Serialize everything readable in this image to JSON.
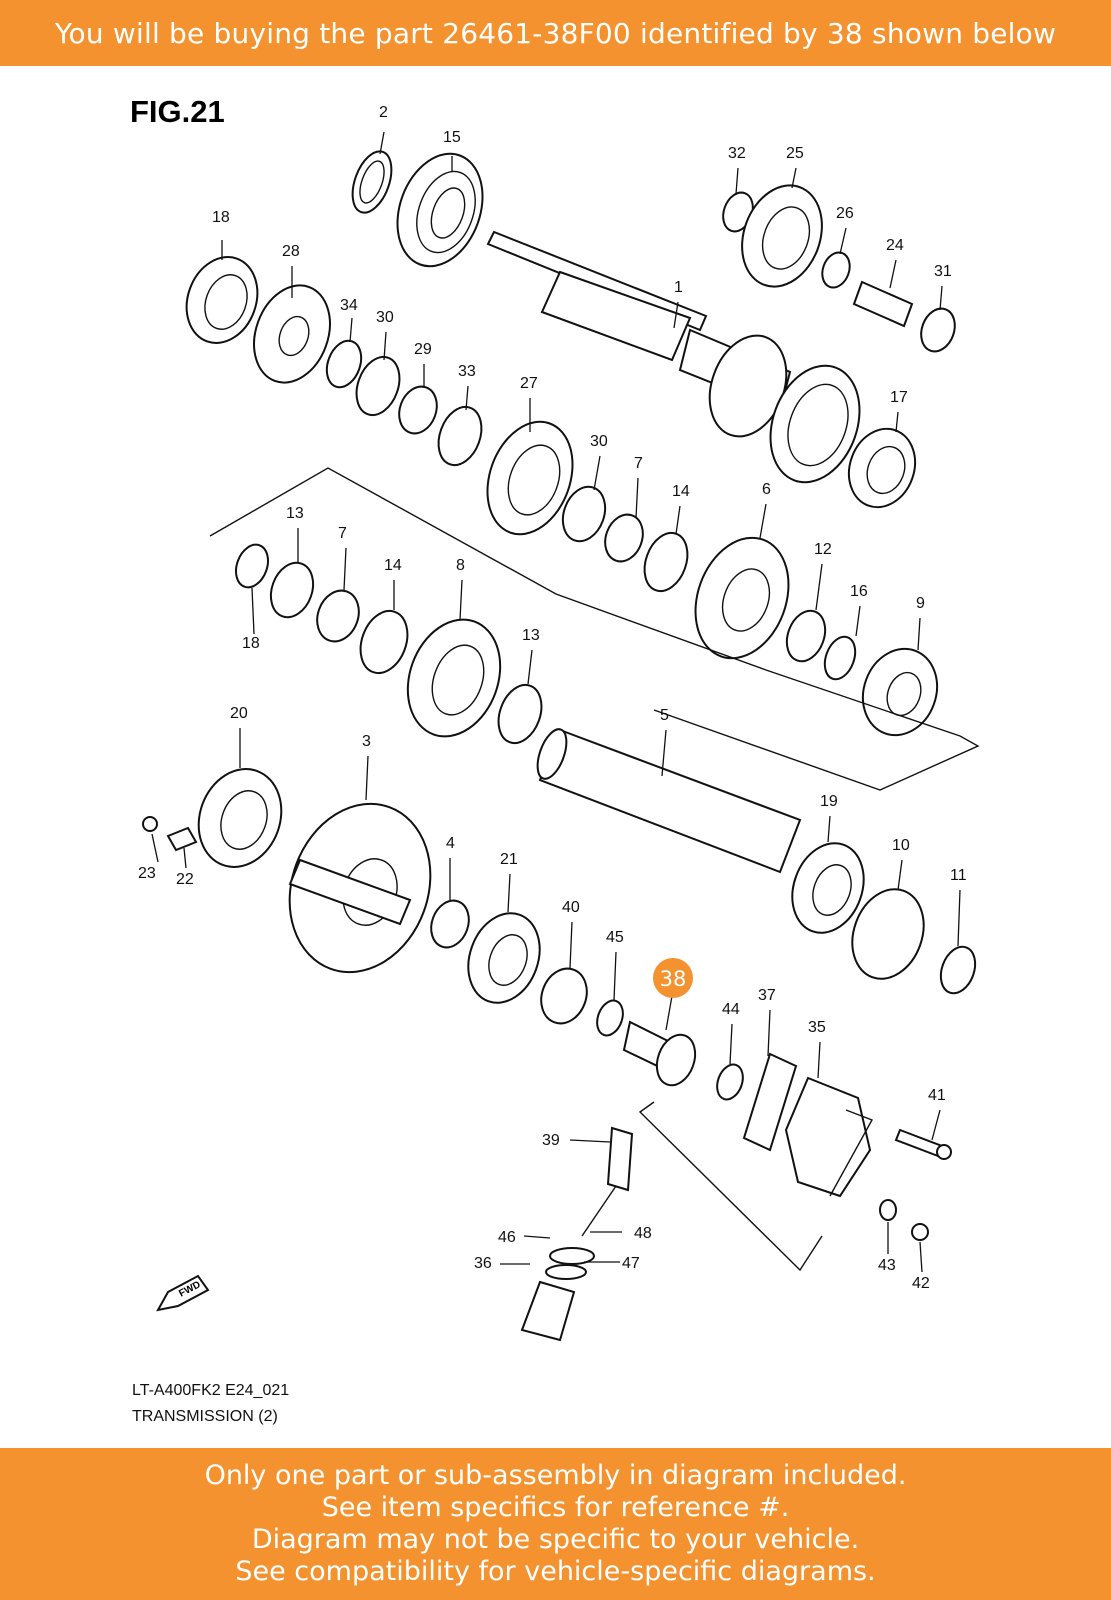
{
  "banner_top": {
    "text": "You will be buying the part 26461-38F00 identified by 38 shown below"
  },
  "diagram": {
    "figure_title": "FIG.21",
    "highlight": {
      "label": "38",
      "color": "#f3922f"
    },
    "labels": {
      "l1": "1",
      "l2": "2",
      "l3": "3",
      "l4": "4",
      "l5": "5",
      "l6": "6",
      "l7a": "7",
      "l7b": "7",
      "l8": "8",
      "l9": "9",
      "l10": "10",
      "l11": "11",
      "l12": "12",
      "l13a": "13",
      "l13b": "13",
      "l14a": "14",
      "l14b": "14",
      "l15": "15",
      "l16": "16",
      "l17": "17",
      "l18a": "18",
      "l18b": "18",
      "l19": "19",
      "l20": "20",
      "l21": "21",
      "l22": "22",
      "l23": "23",
      "l24": "24",
      "l25": "25",
      "l26": "26",
      "l27": "27",
      "l28": "28",
      "l29": "29",
      "l30a": "30",
      "l30b": "30",
      "l31": "31",
      "l32": "32",
      "l33": "33",
      "l34": "34",
      "l35": "35",
      "l36": "36",
      "l37": "37",
      "l39": "39",
      "l40": "40",
      "l41": "41",
      "l42": "42",
      "l43": "43",
      "l44": "44",
      "l45": "45",
      "l46": "46",
      "l47": "47",
      "l48": "48"
    },
    "fwd_label": "FWD",
    "caption_model": "LT-A400FK2 E24_021",
    "caption_title": "TRANSMISSION (2)"
  },
  "banner_bottom": {
    "lines": [
      "Only one part or sub-assembly in diagram included.",
      "See item specifics for reference #.",
      "Diagram may not be specific to your vehicle.",
      "See compatibility for vehicle-specific diagrams."
    ]
  }
}
